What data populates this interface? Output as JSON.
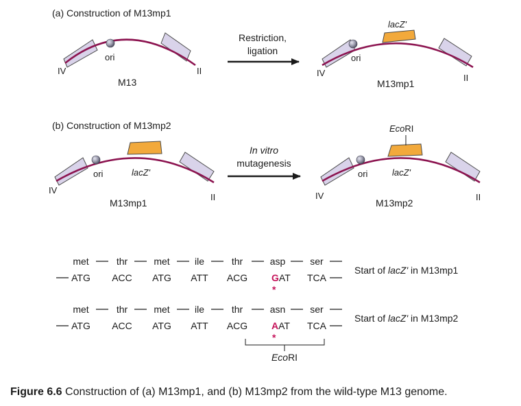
{
  "panel_a": {
    "heading": "(a) Construction of M13mp1",
    "left": {
      "ori": "ori",
      "gene_IV": "IV",
      "gene_II": "II",
      "name": "M13"
    },
    "arrow_line1": "Restriction,",
    "arrow_line2": "ligation",
    "right": {
      "lacz": "lacZ'",
      "ori": "ori",
      "gene_IV": "IV",
      "gene_II": "II",
      "name": "M13mp1"
    }
  },
  "panel_b": {
    "heading": "(b) Construction of M13mp2",
    "left": {
      "ori": "ori",
      "lacz": "lacZ'",
      "gene_IV": "IV",
      "gene_II": "II",
      "name": "M13mp1"
    },
    "arrow_line1": "In vitro",
    "arrow_line2": "mutagenesis",
    "right": {
      "ecori_italic": "Eco",
      "ecori_rest": "RI",
      "ori": "ori",
      "lacz": "lacZ'",
      "gene_IV": "IV",
      "gene_II": "II",
      "name": "M13mp2"
    }
  },
  "seq1": {
    "aa": [
      "met",
      "thr",
      "met",
      "ile",
      "thr",
      "asp",
      "ser"
    ],
    "codons": [
      "ATG",
      "ACC",
      "ATG",
      "ATT",
      "ACG",
      "G",
      "AT",
      "TCA"
    ],
    "star": "*",
    "label_pre": "Start of ",
    "label_gene": "lacZ'",
    "label_post": " in M13mp1"
  },
  "seq2": {
    "aa": [
      "met",
      "thr",
      "met",
      "ile",
      "thr",
      "asn",
      "ser"
    ],
    "codons": [
      "ATG",
      "ACC",
      "ATG",
      "ATT",
      "ACG",
      "A",
      "AT",
      "TCA"
    ],
    "star": "*",
    "label_pre": "Start of ",
    "label_gene": "lacZ'",
    "label_post": " in M13mp2",
    "ecori_italic": "Eco",
    "ecori_rest": "RI"
  },
  "caption": {
    "bold": "Figure 6.6",
    "text": " Construction of (a) M13mp1, and (b) M13mp2 from the wild-type M13 genome."
  },
  "colors": {
    "backbone": "#8c1450",
    "gene_box": "#d9d3ea",
    "lacz_box": "#f2a93b",
    "mutation": "#c5135a"
  }
}
